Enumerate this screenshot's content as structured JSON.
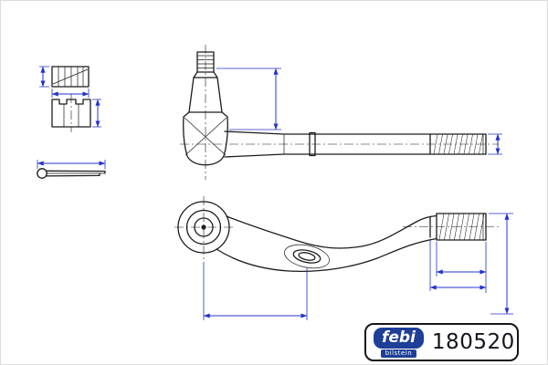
{
  "page": {
    "background_color": "#ffffff",
    "frame_border_color": "#dcdcdc"
  },
  "branding": {
    "brand": "febi",
    "sub_brand": "bilstein",
    "part_number": "180520",
    "brand_blue": "#1e3f97"
  },
  "diagram": {
    "type": "technical-drawing",
    "line_color": "#1c1c1c",
    "dimension_color": "#2433cc",
    "views": [
      {
        "id": "nut-top-view"
      },
      {
        "id": "castle-nut-front-view"
      },
      {
        "id": "cotter-pin-view"
      },
      {
        "id": "tie-rod-end-side-view"
      },
      {
        "id": "tie-rod-end-top-view"
      }
    ]
  }
}
